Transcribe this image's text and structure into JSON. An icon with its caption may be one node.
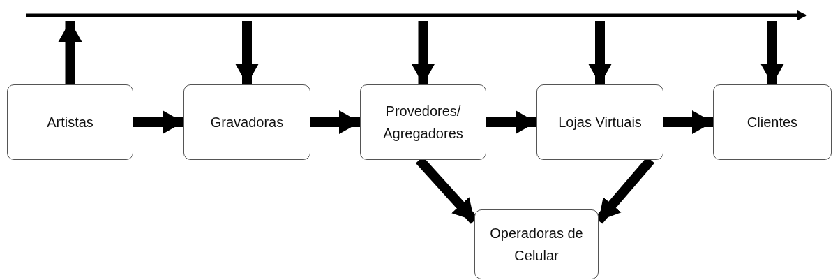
{
  "diagram": {
    "nodes": [
      {
        "text": [],
        "shape": "bar"
      },
      {
        "text": [
          "Artistas"
        ]
      },
      {
        "text": [
          "Gravadoras"
        ]
      },
      {
        "text": [
          "Provedores/ Agregadores"
        ]
      },
      {
        "text": [
          "Lojas Virtuais"
        ]
      },
      {
        "text": [
          "Clientes"
        ]
      },
      {
        "text": [
          "Operadoras de Celular"
        ]
      }
    ],
    "edges": [
      {
        "from": 1,
        "to": 0,
        "arrow": "to"
      },
      {
        "from": 0,
        "to": 2,
        "arrow": "to"
      },
      {
        "from": 0,
        "to": 3,
        "arrow": "to"
      },
      {
        "from": 0,
        "to": 4,
        "arrow": "to"
      },
      {
        "from": 0,
        "to": 5,
        "arrow": "to"
      },
      {
        "from": 1,
        "to": 2,
        "arrow": "to"
      },
      {
        "from": 2,
        "to": 3,
        "arrow": "to"
      },
      {
        "from": 3,
        "to": 4,
        "arrow": "to"
      },
      {
        "from": 4,
        "to": 5,
        "arrow": "to"
      },
      {
        "from": 3,
        "to": 6,
        "arrow": "to"
      },
      {
        "from": 4,
        "to": 6,
        "arrow": "to"
      }
    ]
  }
}
